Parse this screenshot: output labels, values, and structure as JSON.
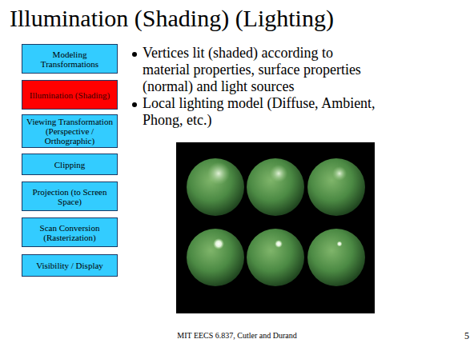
{
  "diagram": {
    "title": "Illumination (Shading) (Lighting)",
    "nodes": [
      {
        "text": [
          "Modeling Transformations"
        ]
      },
      {
        "text": [
          "Illumination (Shading)"
        ]
      },
      {
        "text": [
          "Viewing Transformation (Perspective / Orthographic)"
        ]
      },
      {
        "text": [
          "Clipping"
        ]
      },
      {
        "text": [
          "Projection (to Screen Space)"
        ]
      },
      {
        "text": [
          "Scan Conversion (Rasterization)"
        ]
      },
      {
        "text": [
          "Visibility / Display"
        ]
      }
    ],
    "labels": [
      "Vertices lit (shaded) according to material properties, surface properties (normal) and light sources",
      "Local lighting model (Diffuse, Ambient, Phong, etc.)",
      "MIT EECS 6.837, Cutler and Durand",
      "5"
    ]
  }
}
